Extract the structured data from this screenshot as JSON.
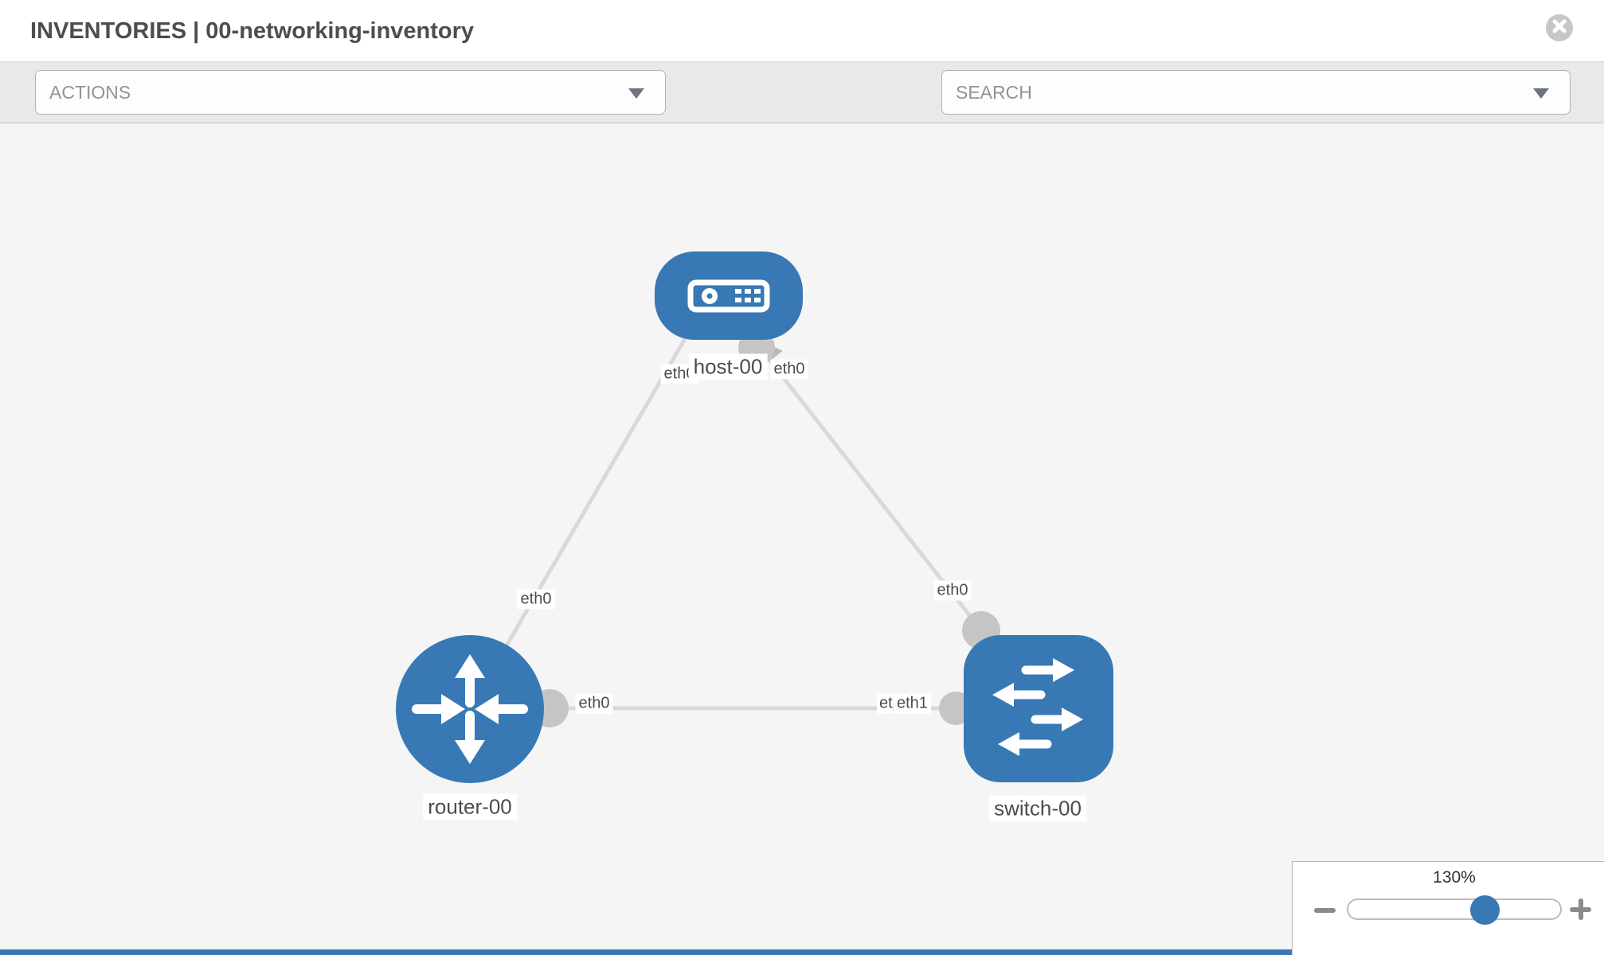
{
  "header": {
    "title": "INVENTORIES | 00-networking-inventory"
  },
  "toolbar": {
    "actions_dropdown": {
      "value": "ACTIONS"
    },
    "icon_buttons": [
      "wrench-icon",
      "key-icon"
    ],
    "search_dropdown": {
      "placeholder": "SEARCH"
    }
  },
  "topology": {
    "nodes": [
      {
        "label": "host-00",
        "type": "host"
      },
      {
        "label": "router-00",
        "type": "router"
      },
      {
        "label": "switch-00",
        "type": "switch"
      }
    ],
    "links": [
      {
        "from": "host-00",
        "from_iface": "eth0",
        "to": "router-00",
        "to_iface": "eth0"
      },
      {
        "from": "host-00",
        "from_iface": "eth0",
        "to": "switch-00",
        "to_iface": "eth0"
      },
      {
        "from": "router-00",
        "from_iface": "eth0",
        "to": "switch-00",
        "to_iface": "eth1",
        "to_iface_overlapped_fragment": "et"
      }
    ],
    "colors": {
      "node": "#3879b5",
      "link": "#d9d9d9",
      "port": "#c5c5c5"
    }
  },
  "zoom_control": {
    "level": "130%"
  }
}
